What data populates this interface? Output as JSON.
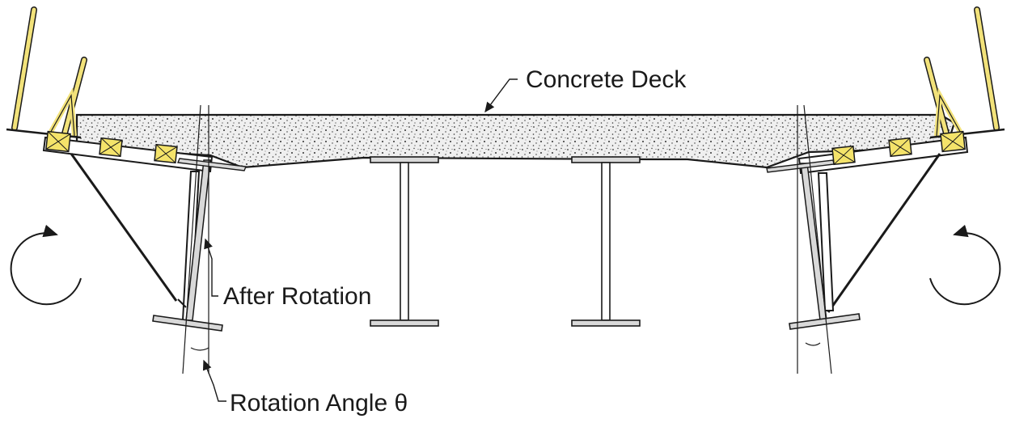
{
  "labels": {
    "deck": "Concrete Deck",
    "after_rotation": "After Rotation",
    "rotation_angle": "Rotation Angle θ"
  },
  "colors": {
    "ink": "#1a1a1a",
    "concrete_fill": "#efefef",
    "timber": "#f4e36a",
    "rail": "#f2e27a",
    "steel": "#d9d9d9"
  }
}
